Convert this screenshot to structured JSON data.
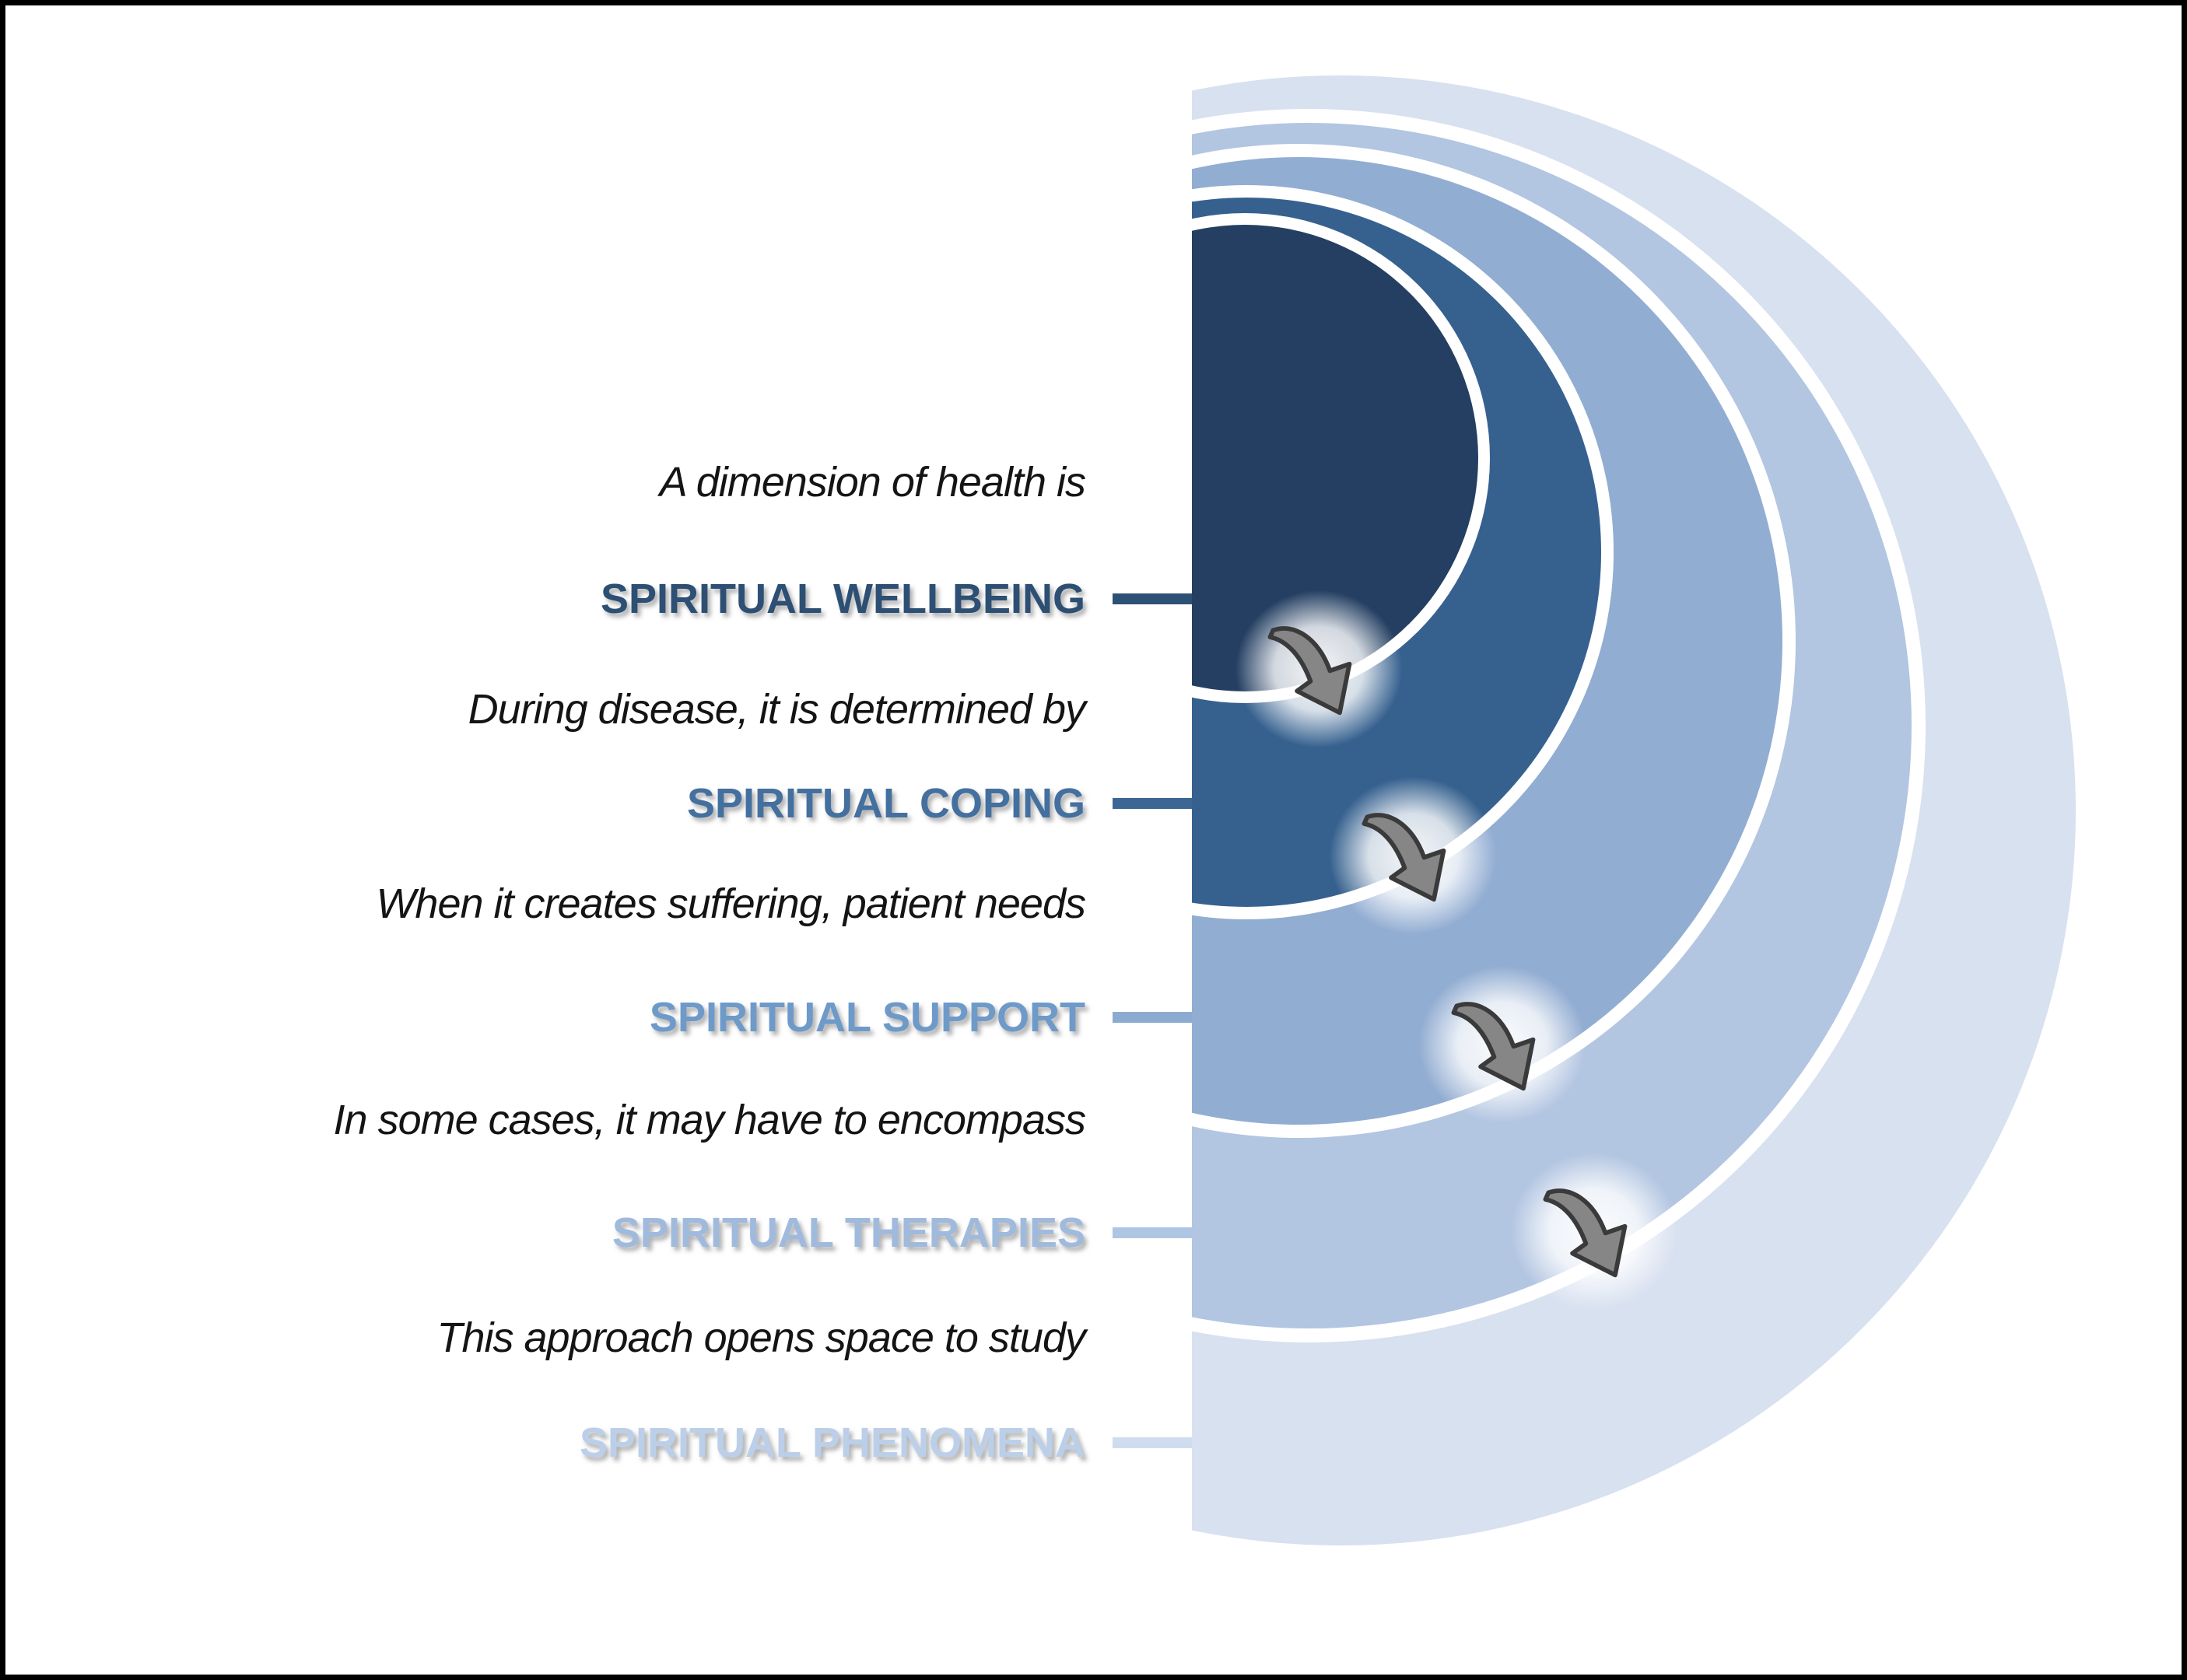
{
  "figure": {
    "rows": [
      {
        "kind": "desc",
        "text": "A dimension of health is",
        "color": "#141414"
      },
      {
        "kind": "label",
        "text": "SPIRITUAL WELLBEING",
        "color": "#2d4f74",
        "connector_color": "#2d5174"
      },
      {
        "kind": "desc",
        "text": "During disease, it is determined by",
        "color": "#141414"
      },
      {
        "kind": "label",
        "text": "SPIRITUAL COPING",
        "color": "#44709f",
        "connector_color": "#3c6794"
      },
      {
        "kind": "desc",
        "text": "When it creates suffering, patient needs",
        "color": "#141414"
      },
      {
        "kind": "label",
        "text": "SPIRITUAL SUPPORT",
        "color": "#6e9aca",
        "connector_color": "#8cabd1"
      },
      {
        "kind": "desc",
        "text": "In some cases, it may have to encompass",
        "color": "#141414"
      },
      {
        "kind": "label",
        "text": "SPIRITUAL THERAPIES",
        "color": "#9fbadd",
        "connector_color": "#aec6e4"
      },
      {
        "kind": "desc",
        "text": "This approach opens space to study",
        "color": "#141414"
      },
      {
        "kind": "label",
        "text": "SPIRITUAL PHENOMENA",
        "color": "#bccfe9",
        "connector_color": "#cfdcef"
      }
    ],
    "rings": [
      {
        "name": "spiritual-phenomena",
        "color": "#d8e1f0"
      },
      {
        "name": "spiritual-therapies",
        "color": "#b2c5e1"
      },
      {
        "name": "spiritual-support",
        "color": "#92add2"
      },
      {
        "name": "spiritual-coping",
        "color": "#36618f"
      },
      {
        "name": "spiritual-wellbeing",
        "color": "#243f62"
      }
    ],
    "arrow": {
      "fill": "#868686",
      "outline": "#3a3a3a"
    },
    "frame_color": "#000000"
  }
}
